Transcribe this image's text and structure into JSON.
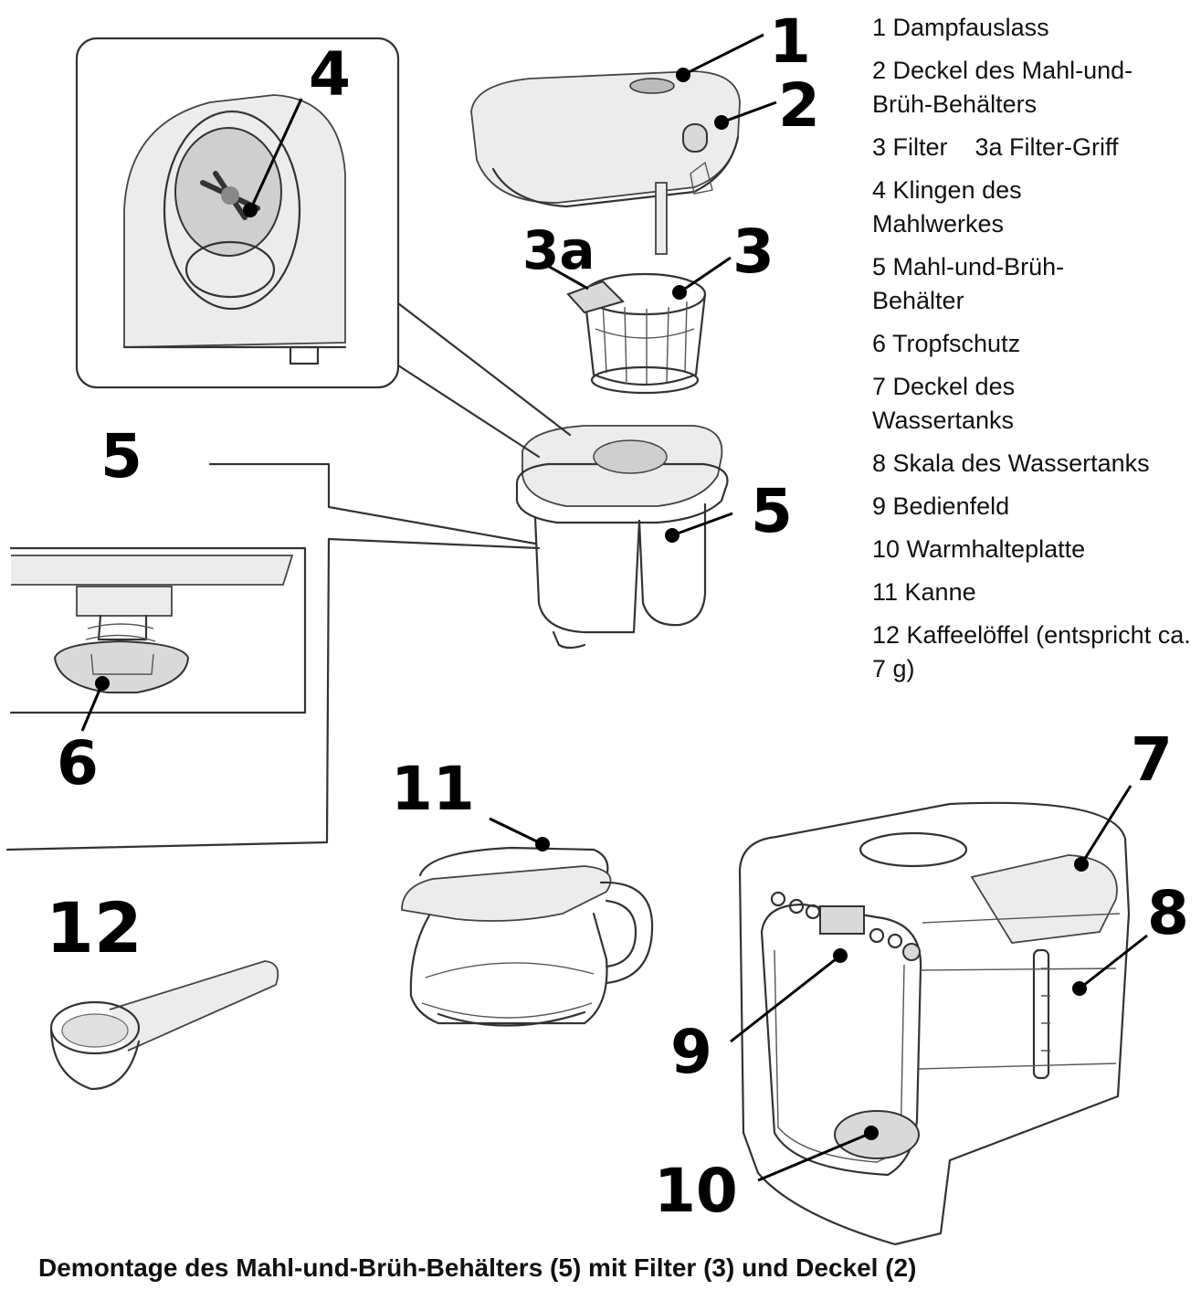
{
  "callouts": {
    "c1": "1",
    "c2": "2",
    "c3": "3",
    "c3a": "3a",
    "c4": "4",
    "c5_left": "5",
    "c5_right": "5",
    "c6": "6",
    "c7": "7",
    "c8": "8",
    "c9": "9",
    "c10": "10",
    "c11": "11",
    "c12": "12"
  },
  "legend": {
    "e1": "1 Dampfauslass",
    "e2": "2 Deckel des Mahl-und-Brüh-Behälters",
    "e3": "3 Filter    3a Filter-Griff",
    "e4": "4 Klingen des Mahlwerkes",
    "e5": "5 Mahl-und-Brüh-Behälter",
    "e6": "6 Tropfschutz",
    "e7": "7 Deckel des Wassertanks",
    "e8": "8 Skala des Wassertanks",
    "e9": "9 Bedienfeld",
    "e10": "10 Warmhalteplatte",
    "e11": "11 Kanne",
    "e12": "12 Kaffeelöffel (entspricht ca. 7 g)"
  },
  "caption": "Demontage des Mahl-und-Brüh-Behälters (5) mit Filter (3) und Deckel (2)"
}
